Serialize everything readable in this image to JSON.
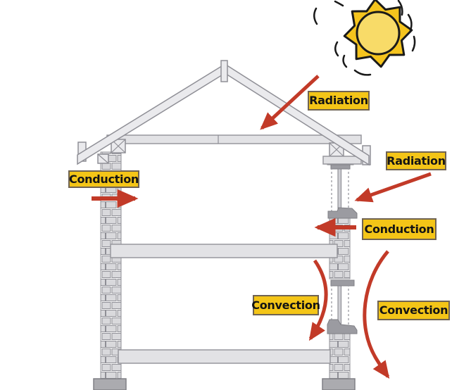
{
  "diagram": {
    "labels": {
      "radiation_roof": "Radiation",
      "radiation_window": "Radiation",
      "conduction_left_wall": "Conduction",
      "conduction_right_wall": "Conduction",
      "convection_inner": "Convection",
      "convection_outer": "Convection"
    },
    "colors": {
      "label_bg": "#F4C517",
      "label_border": "#6F6352",
      "label_text": "#141414",
      "arrow_red": "#C23A28",
      "sun_outer": "#F5C41D",
      "sun_inner": "#F8DB68"
    }
  }
}
